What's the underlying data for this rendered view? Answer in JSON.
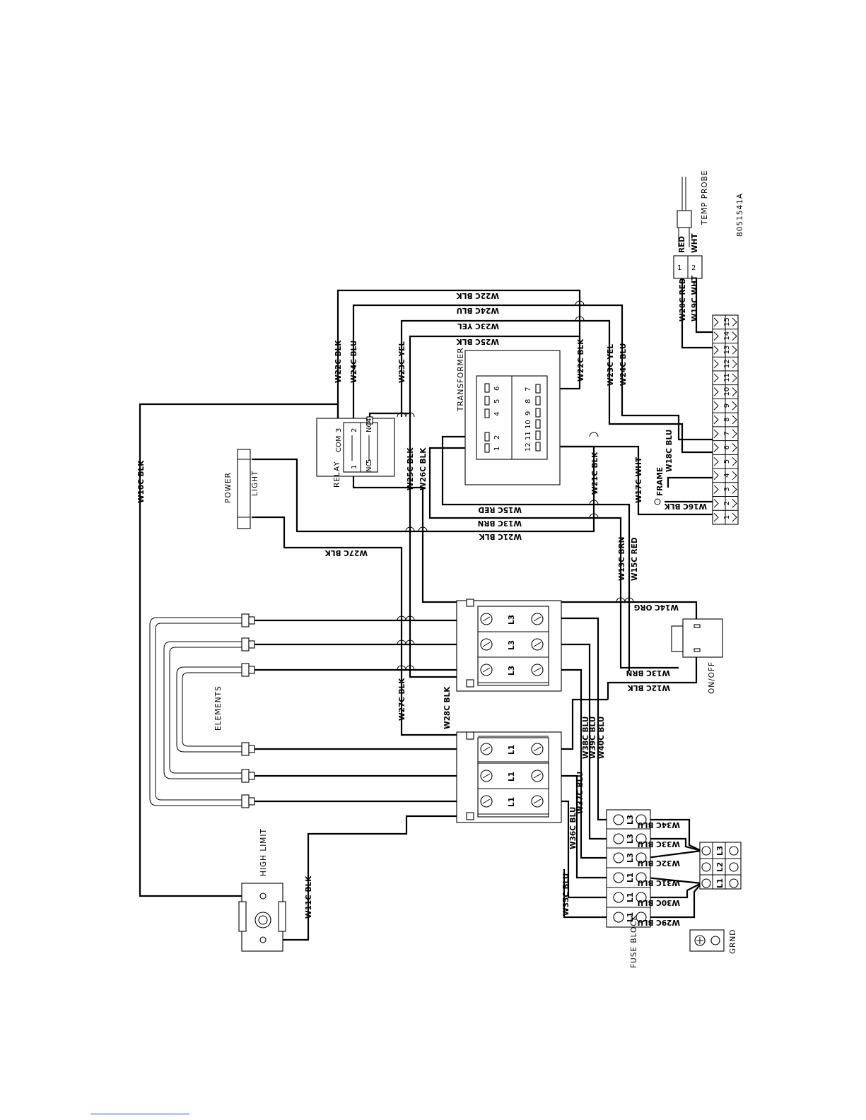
{
  "diagram_id": "8051541A",
  "components": {
    "temp_probe": "TEMP PROBE",
    "transformer": "TRANSFORMER",
    "relay": "RELAY",
    "power": "POWER",
    "light": "LIGHT",
    "elements": "ELEMENTS",
    "high_limit": "HIGH LIMIT",
    "fuse_block": "FUSE BLOCK",
    "grnd": "GRND",
    "on_off": "ON/OFF",
    "frame": "FRAME"
  },
  "relay_terminals": {
    "com": "COM",
    "com_n": "3",
    "no": "NO",
    "no_n": "4",
    "nc": "NC",
    "nc_n": "5",
    "t1": "1",
    "t2": "2"
  },
  "transformer_pins": {
    "left_bottom": [
      "1",
      "2"
    ],
    "left_top": [
      "4",
      "5",
      "6"
    ],
    "right_row": [
      "12",
      "11",
      "10",
      "9",
      "8",
      "7"
    ]
  },
  "terminal_strip": [
    "1",
    "2",
    "3",
    "4",
    "5",
    "6",
    "7",
    "8",
    "9",
    "10",
    "11",
    "12",
    "13",
    "14",
    "15"
  ],
  "probe_plug": [
    "1",
    "2"
  ],
  "contactor_labels": {
    "top": "L3",
    "bottom": "L1"
  },
  "fuse_labels": [
    "L1",
    "L1",
    "L1",
    "L3",
    "L3",
    "L3"
  ],
  "main_terminal": [
    "L1",
    "L2",
    "L3"
  ],
  "wires": {
    "w10c": "W10C BLK",
    "w11c": "W11C BLK",
    "w12c": "W12C BLK",
    "w13c_a": "W13C BRN",
    "w13c_b": "W13C BRN",
    "w13c_c": "W13C BRN",
    "w14c": "W14C ORG",
    "w15c_a": "W15C RED",
    "w15c_b": "W15C RED",
    "w16c": "W16C BLK",
    "w17c": "W17C WHT",
    "w18c": "W18C BLU",
    "w19c": "W19C WHT",
    "w20c": "W20C RED",
    "w21c_a": "W21C BLK",
    "w21c_b": "W21C BLK",
    "w22c_a": "W22C BLK",
    "w22c_b": "W22C BLK",
    "w22c_c": "W22C BLK",
    "w23c_a": "W23C YEL",
    "w23c_b": "W23C YEL",
    "w23c_c": "W23C YEL",
    "w24c_a": "W24C BLU",
    "w24c_b": "W24C BLU",
    "w24c_c": "W24C BLU",
    "w25c_a": "W25C BLK",
    "w25c_b": "W25C BLK",
    "w26c": "W26C BLK",
    "w27c_a": "W27C BLK",
    "w27c_b": "W27C BLK",
    "w28c": "W28C BLK",
    "w29c": "W29C BLU",
    "w30c": "W30C BLU",
    "w31c": "W31C BLU",
    "w32c": "W32C BLU",
    "w33c": "W33C BLU",
    "w34c": "W34C BLU",
    "w35c": "W35C BLU",
    "w36c": "W36C BLU",
    "w37c": "W37C BLU",
    "w38c": "W38C BLU",
    "w39c": "W39C BLU",
    "w40c": "W40C BLU",
    "probe_red": "RED",
    "probe_wht": "WHT"
  }
}
